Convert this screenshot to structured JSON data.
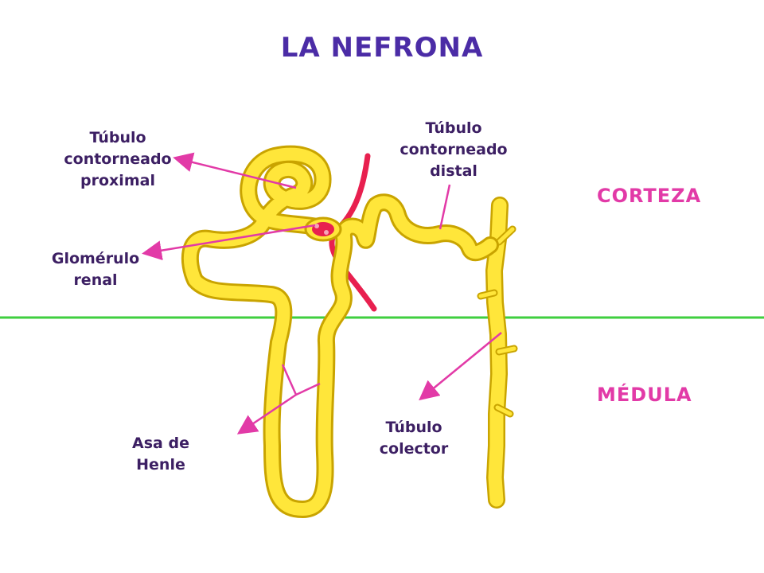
{
  "title": "LA NEFRONA",
  "labels": {
    "proximal": "Túbulo\ncontorneado\nproximal",
    "distal": "Túbulo\ncontorneado\ndistal",
    "glomerulo": "Glomérulo\nrenal",
    "henle": "Asa de\nHenle",
    "colector": "Túbulo\ncolector"
  },
  "regions": {
    "corteza": "CORTEZA",
    "medula": "MÉDULA"
  },
  "colors": {
    "tubule_fill": "#ffe63a",
    "tubule_outline": "#c9a400",
    "vessel": "#e8204f",
    "glomerulus": "#e8204f",
    "pointer": "#e23aa7",
    "boundary": "#3fcf3f",
    "title": "#4b2ca6",
    "label": "#3c1f63",
    "region": "#e23aa7"
  }
}
